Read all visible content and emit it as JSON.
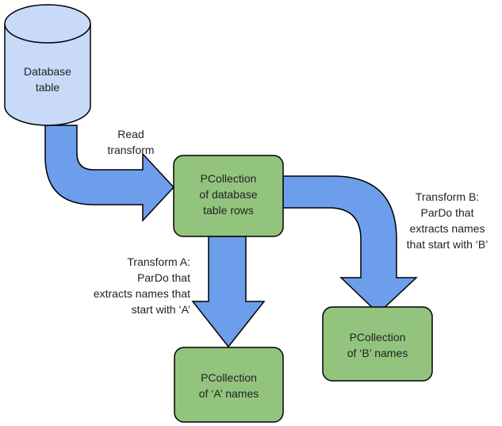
{
  "colors": {
    "cylinder_fill": "#c9daf8",
    "box_fill": "#93c47d",
    "arrow_fill": "#6d9eeb",
    "stroke": "#000000",
    "text": "#222222"
  },
  "nodes": {
    "database_table": {
      "shape": "cylinder",
      "lines": [
        "Database",
        "table"
      ]
    },
    "pcollection_rows": {
      "shape": "rounded-rectangle",
      "lines": [
        "PCollection",
        "of database",
        "table rows"
      ]
    },
    "pcollection_a": {
      "shape": "rounded-rectangle",
      "lines": [
        "PCollection",
        "of ‘A’ names"
      ]
    },
    "pcollection_b": {
      "shape": "rounded-rectangle",
      "lines": [
        "PCollection",
        "of ‘B’ names"
      ]
    }
  },
  "edges": {
    "read": {
      "from": "database_table",
      "to": "pcollection_rows",
      "lines": [
        "Read",
        "transform"
      ]
    },
    "transform_a": {
      "from": "pcollection_rows",
      "to": "pcollection_a",
      "lines": [
        "Transform A:",
        "ParDo that",
        "extracts names that",
        "start with ‘A’"
      ]
    },
    "transform_b": {
      "from": "pcollection_rows",
      "to": "pcollection_b",
      "lines": [
        "Transform B:",
        "ParDo that",
        "extracts names",
        "that start with ‘B’"
      ]
    }
  }
}
